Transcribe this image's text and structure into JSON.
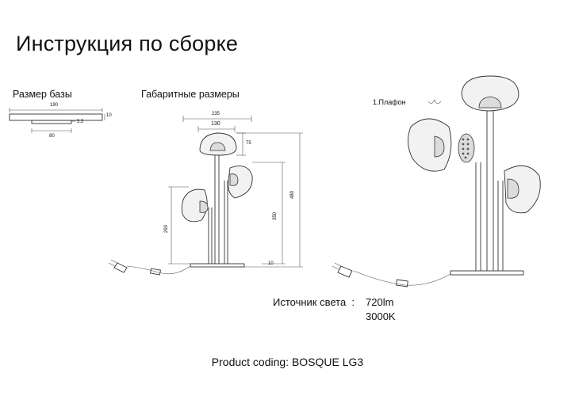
{
  "page": {
    "title": "Инструкция по сборке",
    "footer": "Product coding: BOSQUE LG3"
  },
  "base_section": {
    "heading": "Размер базы",
    "dim_190": "190",
    "dim_10": "10",
    "dim_55": "5.5",
    "dim_80": "80"
  },
  "dimensions_section": {
    "heading": "Габаритные размеры",
    "dim_235": "235",
    "dim_130": "130",
    "dim_75": "75",
    "dim_480": "480",
    "dim_350": "350",
    "dim_290": "290",
    "dim_10": "10"
  },
  "assembly": {
    "part_label": "1.Плафон"
  },
  "specs": {
    "light_source_label": "Источник света  :",
    "lumens": "720lm",
    "color_temp": "3000K"
  }
}
